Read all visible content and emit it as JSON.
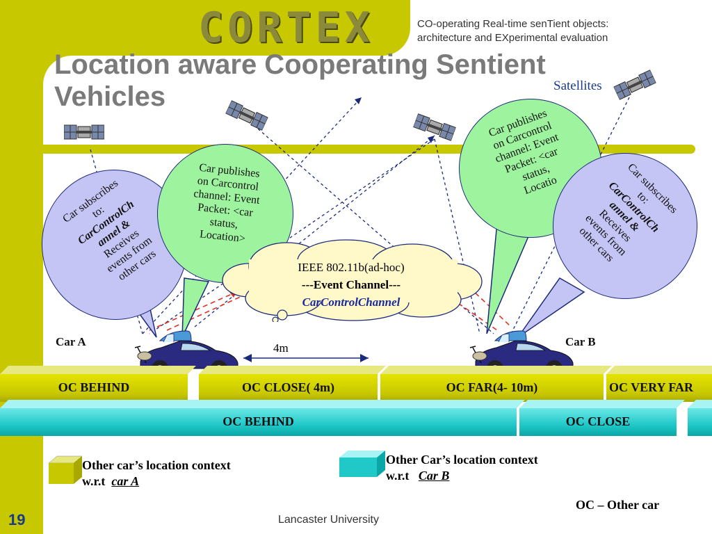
{
  "header": {
    "logo": "CORTEX",
    "subtitle_line1": "CO-operating Real-time senTient objects:",
    "subtitle_line2": "architecture and EXperimental evaluation"
  },
  "title": {
    "line1": "Location aware Cooperating Sentient",
    "line2": "Vehicles"
  },
  "satellites_label": "Satellites",
  "bubbles": {
    "left_blue": [
      "Car subscribes",
      "to:",
      "CarControlCh",
      "annel &",
      "Receives",
      "events from",
      "other cars"
    ],
    "left_green": [
      "Car publishes",
      "on Carcontrol",
      "channel: Event",
      "Packet: <car",
      "status,",
      "Location>"
    ],
    "right_green": [
      "Car publishes",
      "on Carcontrol",
      "channel: Event",
      "Packet: <car",
      "status,",
      "Locatio"
    ],
    "right_blue": [
      "Car subscribes",
      "to:",
      "CarControlCh",
      "annel &",
      "Receives",
      "events from",
      "other cars"
    ]
  },
  "cloud": {
    "line1": "IEEE 802.11b(ad-hoc)",
    "line2": "---Event Channel---",
    "line3": "CarControlChannel"
  },
  "cars": {
    "car_a": "Car A",
    "car_b": "Car B",
    "distance": "4m"
  },
  "bands_car_a": [
    "OC BEHIND",
    "OC CLOSE( 4m)",
    "OC FAR(4- 10m)",
    "OC VERY FAR"
  ],
  "bands_car_b": [
    "OC BEHIND",
    "OC CLOSE"
  ],
  "legend": {
    "a_line1": "Other car’s  location  context",
    "a_line2_prefix": "w.r.t",
    "a_line2_car": "car A",
    "b_line1": "Other Car’s location context",
    "b_line2_prefix": "w.r.t",
    "b_line2_car": "Car B"
  },
  "note": "OC – Other car",
  "footer": "Lancaster University",
  "page_number": "19",
  "colors": {
    "olive": "#c8c800",
    "cyan": "#20c8c8",
    "bubble_blue": "#c5c5f5",
    "bubble_green": "#9ef39e",
    "title_gray": "#7a7a7a",
    "dark_blue": "#1a3a8a",
    "red_dash": "#e03020"
  }
}
